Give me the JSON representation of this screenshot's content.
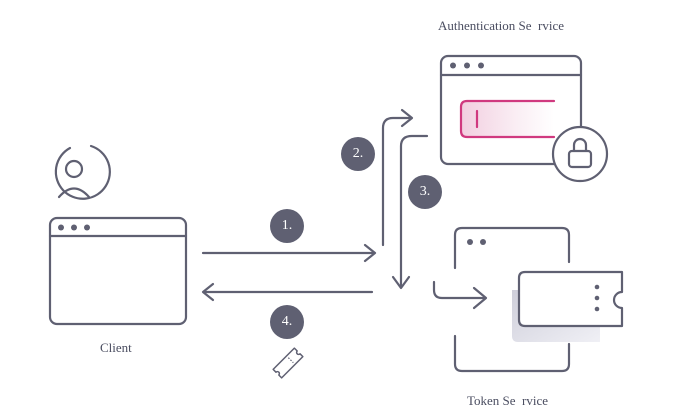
{
  "labels": {
    "auth_service": "Authentication Se  rvice",
    "client": "Client",
    "token_service": "Token Se  rvice"
  },
  "steps": [
    "1.",
    "2.",
    "3.",
    "4."
  ],
  "colors": {
    "stroke": "#5f6072",
    "badge": "#5f6072",
    "accent": "#d0397f",
    "text": "#4a4d60"
  }
}
